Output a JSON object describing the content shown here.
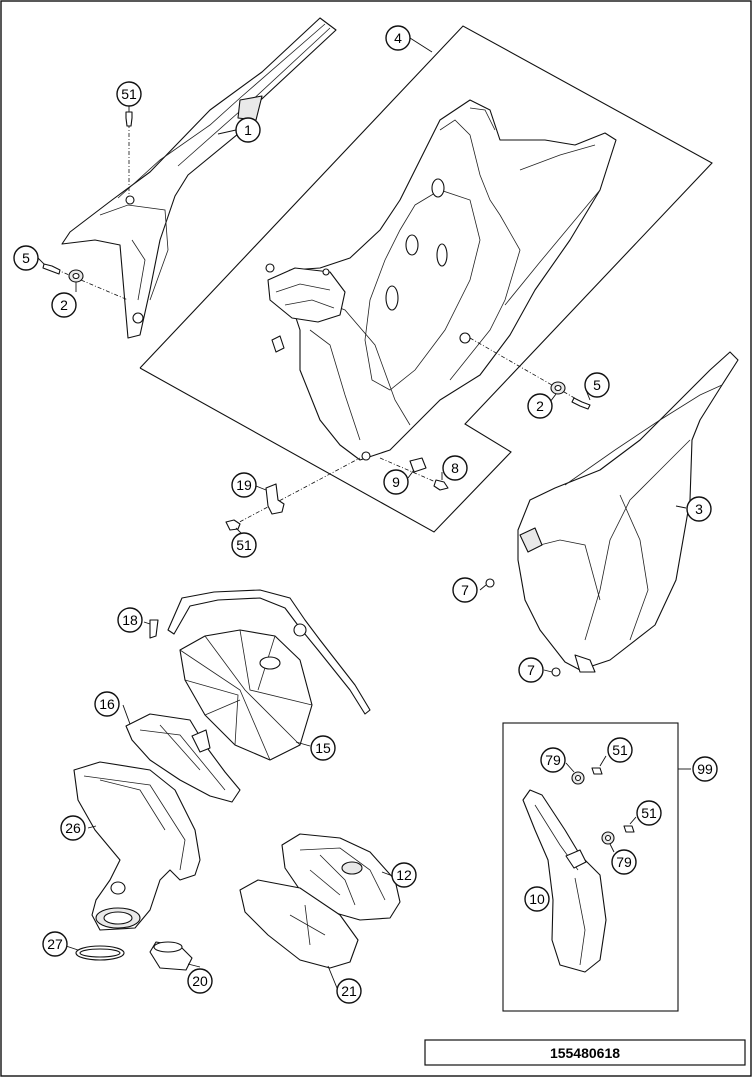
{
  "diagram": {
    "drawing_number": "155480618",
    "callouts": [
      {
        "id": "c51a",
        "label": "51"
      },
      {
        "id": "c1",
        "label": "1"
      },
      {
        "id": "c4",
        "label": "4"
      },
      {
        "id": "c5a",
        "label": "5"
      },
      {
        "id": "c2a",
        "label": "2"
      },
      {
        "id": "c5b",
        "label": "5"
      },
      {
        "id": "c2b",
        "label": "2"
      },
      {
        "id": "c19",
        "label": "19"
      },
      {
        "id": "c9",
        "label": "9"
      },
      {
        "id": "c8",
        "label": "8"
      },
      {
        "id": "c3",
        "label": "3"
      },
      {
        "id": "c51b",
        "label": "51"
      },
      {
        "id": "c7a",
        "label": "7"
      },
      {
        "id": "c18",
        "label": "18"
      },
      {
        "id": "c7b",
        "label": "7"
      },
      {
        "id": "c16",
        "label": "16"
      },
      {
        "id": "c15",
        "label": "15"
      },
      {
        "id": "c79a",
        "label": "79"
      },
      {
        "id": "c51c",
        "label": "51"
      },
      {
        "id": "c99",
        "label": "99"
      },
      {
        "id": "c26",
        "label": "26"
      },
      {
        "id": "c51d",
        "label": "51"
      },
      {
        "id": "c79b",
        "label": "79"
      },
      {
        "id": "c12",
        "label": "12"
      },
      {
        "id": "c10",
        "label": "10"
      },
      {
        "id": "c27",
        "label": "27"
      },
      {
        "id": "c20",
        "label": "20"
      },
      {
        "id": "c21",
        "label": "21"
      }
    ]
  }
}
